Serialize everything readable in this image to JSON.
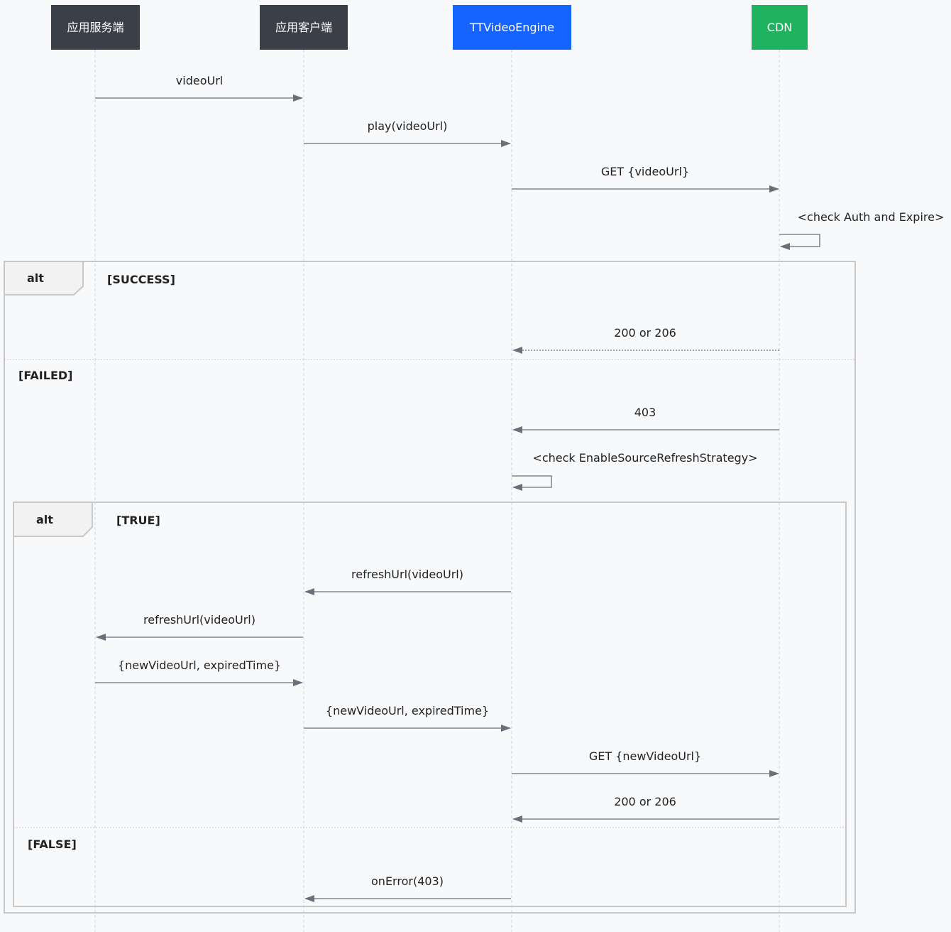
{
  "actors": [
    {
      "id": "server",
      "label": "应用服务端",
      "color": "#3b3f48"
    },
    {
      "id": "client",
      "label": "应用客户端",
      "color": "#3b3f48"
    },
    {
      "id": "engine",
      "label": "TTVideoEngine",
      "color": "#1664ff"
    },
    {
      "id": "cdn",
      "label": "CDN",
      "color": "#1fb25f"
    }
  ],
  "messages": [
    {
      "id": "m1",
      "from": "server",
      "to": "client",
      "label": "videoUrl",
      "style": "solid"
    },
    {
      "id": "m2",
      "from": "client",
      "to": "engine",
      "label": "play(videoUrl)",
      "style": "solid"
    },
    {
      "id": "m3",
      "from": "engine",
      "to": "cdn",
      "label": "GET {videoUrl}",
      "style": "solid"
    },
    {
      "id": "m4",
      "from": "cdn",
      "to": "cdn",
      "label": "<check Auth and Expire>",
      "style": "self"
    },
    {
      "id": "m5",
      "from": "cdn",
      "to": "engine",
      "label": "200 or 206",
      "style": "dotted"
    },
    {
      "id": "m6",
      "from": "cdn",
      "to": "engine",
      "label": "403",
      "style": "solid"
    },
    {
      "id": "m7",
      "from": "engine",
      "to": "engine",
      "label": "<check EnableSourceRefreshStrategy>",
      "style": "self"
    },
    {
      "id": "m8",
      "from": "engine",
      "to": "client",
      "label": "refreshUrl(videoUrl)",
      "style": "solid"
    },
    {
      "id": "m9",
      "from": "client",
      "to": "server",
      "label": "refreshUrl(videoUrl)",
      "style": "solid"
    },
    {
      "id": "m10",
      "from": "server",
      "to": "client",
      "label": "{newVideoUrl, expiredTime}",
      "style": "solid"
    },
    {
      "id": "m11",
      "from": "client",
      "to": "engine",
      "label": "{newVideoUrl, expiredTime}",
      "style": "solid"
    },
    {
      "id": "m12",
      "from": "engine",
      "to": "cdn",
      "label": "GET {newVideoUrl}",
      "style": "solid"
    },
    {
      "id": "m13",
      "from": "cdn",
      "to": "engine",
      "label": "200 or 206",
      "style": "solid"
    },
    {
      "id": "m14",
      "from": "engine",
      "to": "client",
      "label": "onError(403)",
      "style": "solid"
    }
  ],
  "frames": [
    {
      "id": "outer-alt",
      "title": "alt",
      "conditions": [
        "[SUCCESS]",
        "[FAILED]"
      ]
    },
    {
      "id": "inner-alt",
      "title": "alt",
      "conditions": [
        "[TRUE]",
        "[FALSE]"
      ]
    }
  ]
}
